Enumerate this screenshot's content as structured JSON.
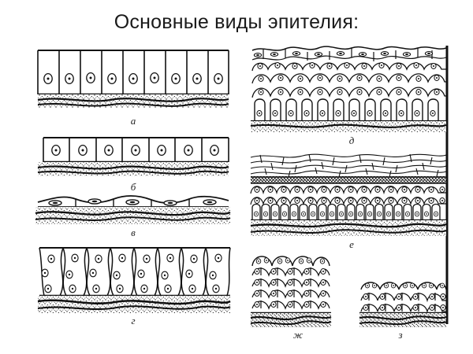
{
  "slide": {
    "title": "Основные виды эпителия:",
    "background_color": "#ffffff",
    "ink_color": "#111111"
  },
  "figure": {
    "name": "epithelium-types-diagram",
    "divider_label": "vertical-rule",
    "panels": [
      {
        "id": "a",
        "label": "а",
        "column": "left",
        "kind": "simple-columnar-epithelium",
        "cells": 9,
        "cell_rows": 1,
        "has_basement_membrane": true
      },
      {
        "id": "b",
        "label": "б",
        "column": "left",
        "kind": "simple-cuboidal-epithelium",
        "cells": 7,
        "cell_rows": 1,
        "has_basement_membrane": true
      },
      {
        "id": "v",
        "label": "в",
        "column": "left",
        "kind": "simple-squamous-epithelium",
        "cells": 5,
        "cell_rows": 1,
        "has_basement_membrane": true
      },
      {
        "id": "g",
        "label": "г",
        "column": "left",
        "kind": "pseudostratified-ciliated-epithelium",
        "cells": 8,
        "cell_rows": 3,
        "has_basement_membrane": true
      },
      {
        "id": "d",
        "label": "д",
        "column": "right",
        "kind": "stratified-transitional-epithelium",
        "cells": 12,
        "cell_rows": 4,
        "has_basement_membrane": true
      },
      {
        "id": "e",
        "label": "е",
        "column": "right",
        "kind": "stratified-keratinized-squamous-epithelium",
        "cells": 20,
        "cell_rows": 5,
        "has_basement_membrane": true
      },
      {
        "id": "zh",
        "label": "ж",
        "column": "right",
        "kind": "stratified-non-keratinized-squamous-epithelium",
        "cells": 7,
        "cell_rows": 5,
        "has_basement_membrane": true
      },
      {
        "id": "z",
        "label": "з",
        "column": "right",
        "kind": "stratified-cuboidal-epithelium",
        "cells": 5,
        "cell_rows": 3,
        "has_basement_membrane": true
      }
    ]
  }
}
